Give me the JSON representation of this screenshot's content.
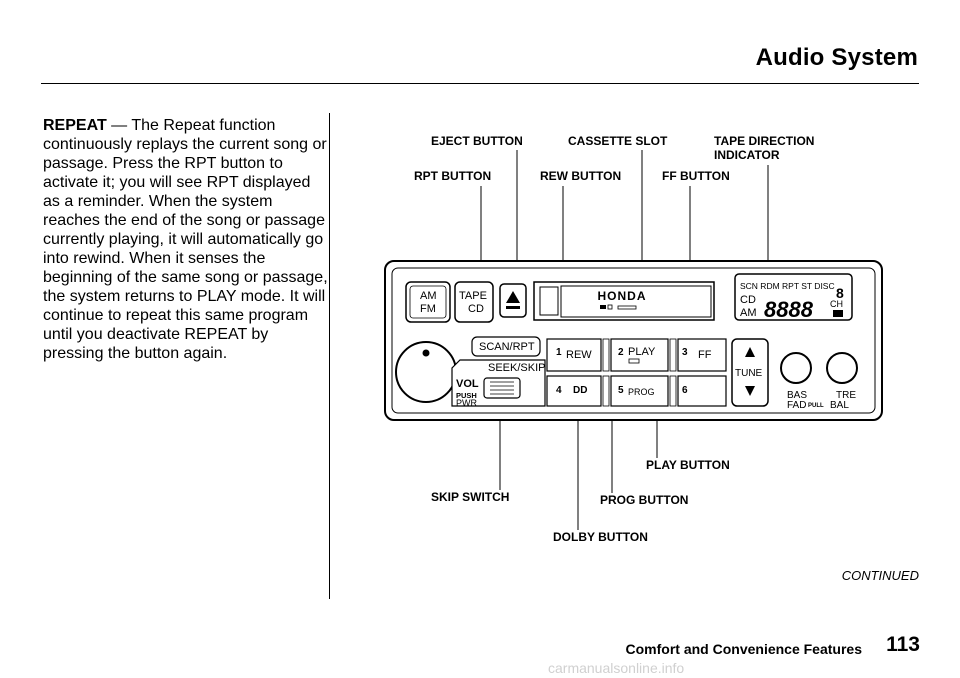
{
  "header": {
    "title": "Audio System"
  },
  "body": {
    "lead": "REPEAT",
    "text": " — The Repeat function continuously replays the current song or passage. Press the RPT button to activate it; you will see RPT displayed as a reminder. When the system reaches the end of the song or passage currently playing, it will automatically go into rewind. When it senses the beginning of the same song or passage, the system returns to PLAY mode. It will continue to repeat this same program until you deactivate REPEAT by pressing the button again."
  },
  "callouts": {
    "eject": "EJECT BUTTON",
    "cassette": "CASSETTE SLOT",
    "tape_dir_1": "TAPE DIRECTION",
    "tape_dir_2": "INDICATOR",
    "rpt": "RPT BUTTON",
    "rew": "REW BUTTON",
    "ff": "FF BUTTON",
    "play": "PLAY BUTTON",
    "skip": "SKIP SWITCH",
    "prog": "PROG BUTTON",
    "dolby": "DOLBY BUTTON"
  },
  "panel": {
    "am": "AM",
    "fm": "FM",
    "tape": "TAPE",
    "cd": "CD",
    "brand": "HONDA",
    "display_top": "SCN RDM RPT ST DISC",
    "display_cd": "CD",
    "display_am": "AM",
    "display_ch": "CH",
    "digits": "8888",
    "scan_rpt": "SCAN/RPT",
    "seek_skip": "SEEK/SKIP",
    "vol": "VOL",
    "push": "PUSH",
    "pwr": "PWR",
    "p1_num": "1",
    "p1": "REW",
    "p2_num": "2",
    "p2": "PLAY",
    "p3_num": "3",
    "p3": "FF",
    "p4_num": "4",
    "p4": "DD",
    "p5_num": "5",
    "p5": "PROG",
    "p6_num": "6",
    "tune": "TUNE",
    "bas": "BAS",
    "tre": "TRE",
    "fad": "FAD",
    "pull": "PULL",
    "bal": "BAL"
  },
  "footer": {
    "continued": "CONTINUED",
    "section": "Comfort and Convenience Features",
    "page": "113",
    "watermark": "carmanualsonline.info"
  }
}
